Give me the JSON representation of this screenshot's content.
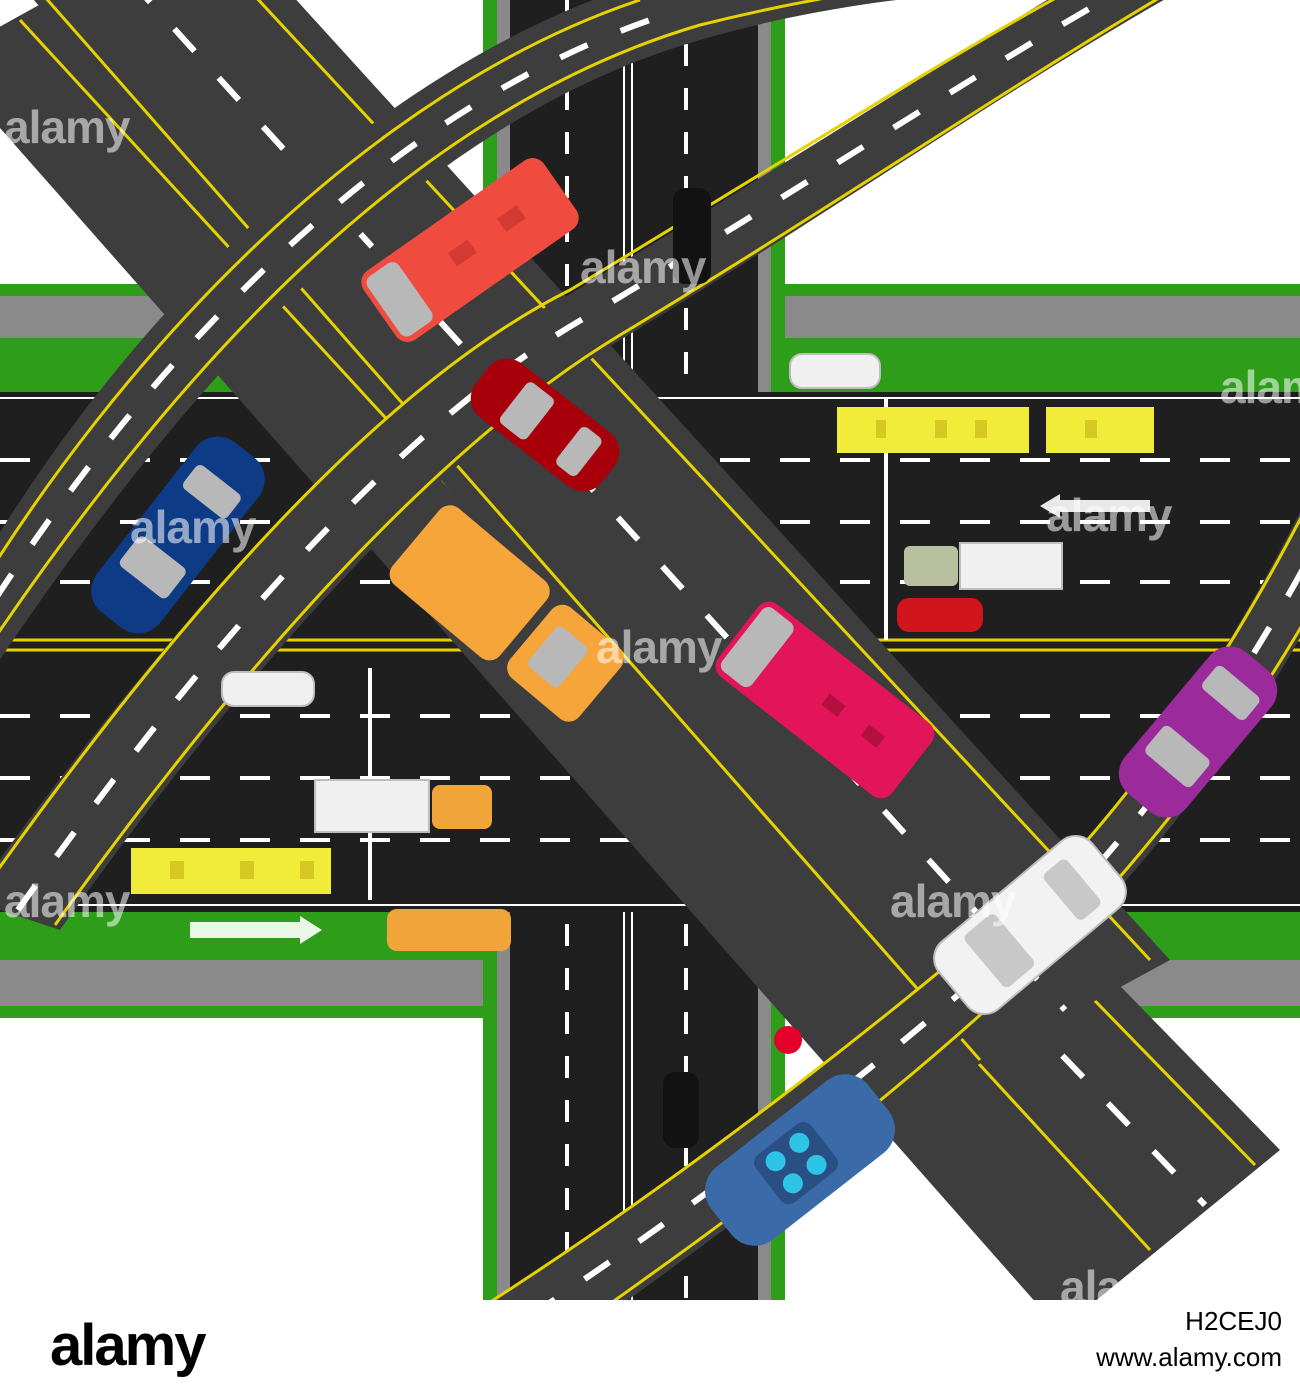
{
  "image": {
    "subject": "Top-down view of a multi-level highway interchange with overpasses and vehicles",
    "colors": {
      "asphalt": "#3d3d3d",
      "road_dark": "#1f1f1f",
      "grass": "#2e9e1a",
      "sidewalk": "#8a8a8a",
      "lane_yellow": "#e6d200",
      "lane_white": "#ffffff"
    }
  },
  "watermarks": [
    {
      "text": "alamy"
    },
    {
      "text": "alamy"
    },
    {
      "text": "alamy"
    },
    {
      "text": "alamy"
    },
    {
      "text": "alamy"
    },
    {
      "text": "alamy"
    },
    {
      "text": "alamy"
    },
    {
      "text": "alamy"
    },
    {
      "text": "alamy"
    }
  ],
  "footer": {
    "logo": "alamy",
    "image_id": "H2CEJ0",
    "url": "www.alamy.com"
  },
  "vehicles": [
    {
      "name": "red-bus",
      "color": "#ef4b3f"
    },
    {
      "name": "dark-red-car",
      "color": "#a8000a"
    },
    {
      "name": "blue-car",
      "color": "#0e3b86"
    },
    {
      "name": "orange-truck",
      "color": "#f6a53a"
    },
    {
      "name": "pink-van",
      "color": "#e2145a"
    },
    {
      "name": "purple-car",
      "color": "#9b2a9a"
    },
    {
      "name": "white-suv",
      "color": "#f2f2f2"
    },
    {
      "name": "blue-convertible",
      "color": "#3b6aa8"
    },
    {
      "name": "yellow-articulated-bus",
      "color": "#f1ec3a"
    },
    {
      "name": "yellow-bus-left",
      "color": "#f1ec3a"
    },
    {
      "name": "white-truck-top",
      "color": "#f0f0f0"
    },
    {
      "name": "white-truck-bottom",
      "color": "#f0f0f0"
    },
    {
      "name": "small-red-car",
      "color": "#d0161c"
    },
    {
      "name": "white-car-top",
      "color": "#f0f0f0"
    },
    {
      "name": "white-car-left",
      "color": "#f0f0f0"
    },
    {
      "name": "orange-minibus",
      "color": "#f1a43a"
    },
    {
      "name": "black-car-top",
      "color": "#121212"
    },
    {
      "name": "black-car-bottom",
      "color": "#121212"
    }
  ]
}
